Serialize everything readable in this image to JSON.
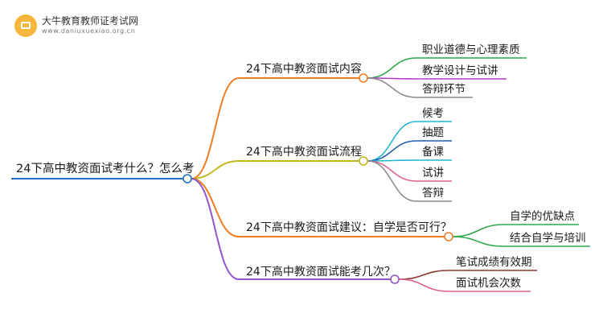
{
  "header": {
    "site_name": "大牛教育教师证考试网",
    "site_url": "www.daniuxuexiao.org.cn"
  },
  "mindmap": {
    "root": {
      "label": "24下高中教资面试考什么？怎么考"
    },
    "branches": [
      {
        "label": "24下高中教资面试内容",
        "color": "#ef7d22",
        "children": [
          {
            "label": "职业道德与心理素质",
            "color": "#2ea84a"
          },
          {
            "label": "教学设计与试讲",
            "color": "#b23ac6"
          },
          {
            "label": "答辩环节",
            "color": "#8c8c8c"
          }
        ]
      },
      {
        "label": "24下高中教资面试流程",
        "color": "#c3b81e",
        "children": [
          {
            "label": "候考",
            "color": "#1fb7cf"
          },
          {
            "label": "抽题",
            "color": "#1f5fae"
          },
          {
            "label": "备课",
            "color": "#1fb7cf"
          },
          {
            "label": "试讲",
            "color": "#e05f8f"
          },
          {
            "label": "答辩",
            "color": "#8c8c8c"
          }
        ]
      },
      {
        "label": "24下高中教资面试建议：自学是否可行？",
        "color": "#ef7d22",
        "children": [
          {
            "label": "自学的优缺点",
            "color": "#2ea84a"
          },
          {
            "label": "结合自学与培训",
            "color": "#2ea84a"
          }
        ]
      },
      {
        "label": "24下高中教资面试能考几次？",
        "color": "#9156c7",
        "children": [
          {
            "label": "笔试成绩有效期",
            "color": "#8b3a2f"
          },
          {
            "label": "面试机会次数",
            "color": "#e05f8f"
          }
        ]
      }
    ]
  }
}
